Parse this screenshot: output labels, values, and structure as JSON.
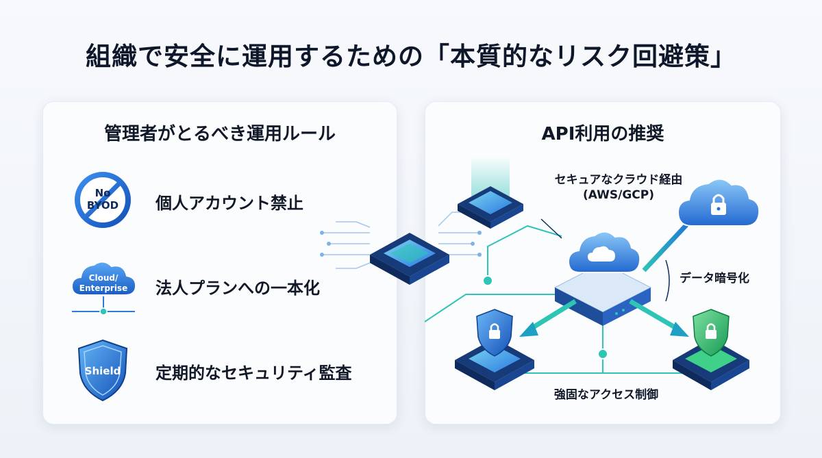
{
  "title": "組織で安全に運用するための「本質的なリスク回避策」",
  "left_panel": {
    "heading": "管理者がとるべき運用ルール",
    "rules": [
      {
        "icon": "no-byod-icon",
        "icon_text_1": "No",
        "icon_text_2": "BYOD",
        "label": "個人アカウント禁止"
      },
      {
        "icon": "cloud-enterprise-icon",
        "icon_text_1": "Cloud/",
        "icon_text_2": "Enterprise",
        "label": "法人プランへの一本化"
      },
      {
        "icon": "shield-icon",
        "icon_text_1": "Shield",
        "label": "定期的なセキュリティ監査"
      }
    ]
  },
  "right_panel": {
    "heading": "API利用の推奨",
    "labels": {
      "secure_cloud_line1": "セキュアなクラウド経由",
      "secure_cloud_line2": "(AWS/GCP)",
      "encryption": "データ暗号化",
      "access_control": "強固なアクセス制御"
    }
  },
  "colors": {
    "accent_blue": "#1e6fd9",
    "teal": "#2ec4b6",
    "green": "#22c55e",
    "navy": "#0f2a5c"
  }
}
